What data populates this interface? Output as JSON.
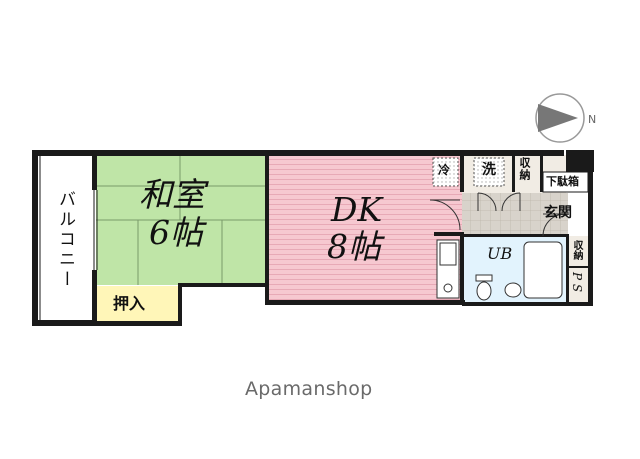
{
  "floorplan": {
    "rooms": {
      "washitsu": {
        "name": "和室",
        "size": "6帖"
      },
      "dk": {
        "name": "DK",
        "size": "8帖"
      },
      "balcony": {
        "name": "バルコニー"
      },
      "oshiire": {
        "name": "押入"
      },
      "unit_bath": {
        "name": "UB"
      },
      "genkan": {
        "name": "玄関"
      },
      "shoe_box": {
        "name": "下駄箱"
      },
      "fridge": {
        "name": "冷"
      },
      "washer": {
        "name": "洗"
      },
      "storage_top": {
        "name": "収納"
      },
      "storage_right": {
        "name": "収納"
      },
      "pipe_space": {
        "name": "P S"
      }
    },
    "compass": {
      "direction": "N"
    },
    "colors": {
      "washitsu": "#bfe5a7",
      "dk": "#f6c8d0",
      "bath": "#e2f3fd",
      "oshiire": "#fff6b8",
      "wall": "#1a1a1a"
    }
  },
  "brand": {
    "name": "Apamanshop"
  }
}
